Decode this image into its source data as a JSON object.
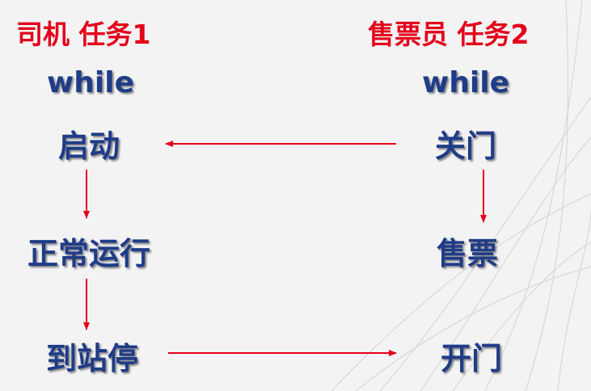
{
  "driver": {
    "title": "司机  任务1",
    "loop": "while",
    "steps": [
      "启动",
      "正常运行",
      "到站停"
    ]
  },
  "conductor": {
    "title": "售票员 任务2",
    "loop": "while",
    "steps": [
      "关门",
      "售票",
      "开门"
    ]
  },
  "colors": {
    "title": "#e3001b",
    "text": "#1f3c88",
    "arrow": "#e3001b",
    "background": "#f3f3f3"
  }
}
